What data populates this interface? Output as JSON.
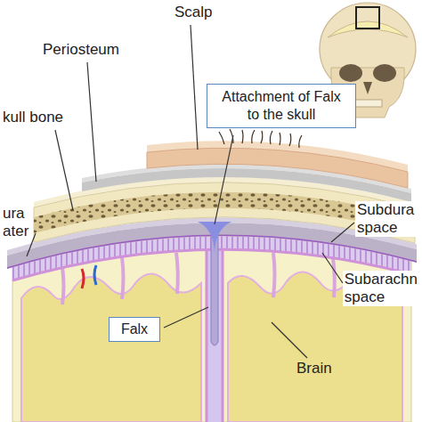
{
  "diagram": {
    "nodes": [
      {
        "text": [
          "Attachment of Falx to the skull"
        ]
      },
      {
        "text": [
          "Falx"
        ]
      }
    ],
    "labels": [
      "Scalp",
      "Periosteum",
      "kull bone",
      "ura ater",
      "Subdura space",
      "Subarachn space",
      "Brain"
    ]
  }
}
